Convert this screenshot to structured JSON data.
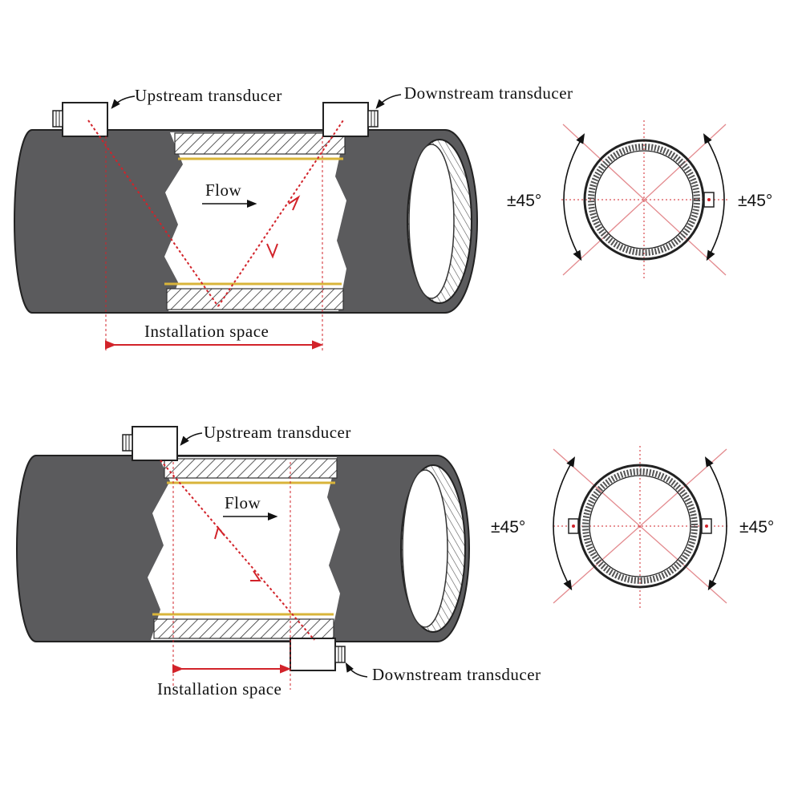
{
  "diagrams": [
    {
      "mode": "V-method",
      "upstream_label": "Upstream transducer",
      "downstream_label": "Downstream transducer",
      "flow_label": "Flow",
      "space_label": "Installation space",
      "angle_left": "±45°",
      "angle_right": "±45°"
    },
    {
      "mode": "Z-method",
      "upstream_label": "Upstream transducer",
      "downstream_label": "Downstream transducer",
      "flow_label": "Flow",
      "space_label": "Installation space",
      "angle_left": "±45°",
      "angle_right": "±45°"
    }
  ],
  "colors": {
    "pipe": "#5b5b5d",
    "signal": "#d2232a",
    "guide": "#e38a8e",
    "liner": "#d9b43a"
  }
}
